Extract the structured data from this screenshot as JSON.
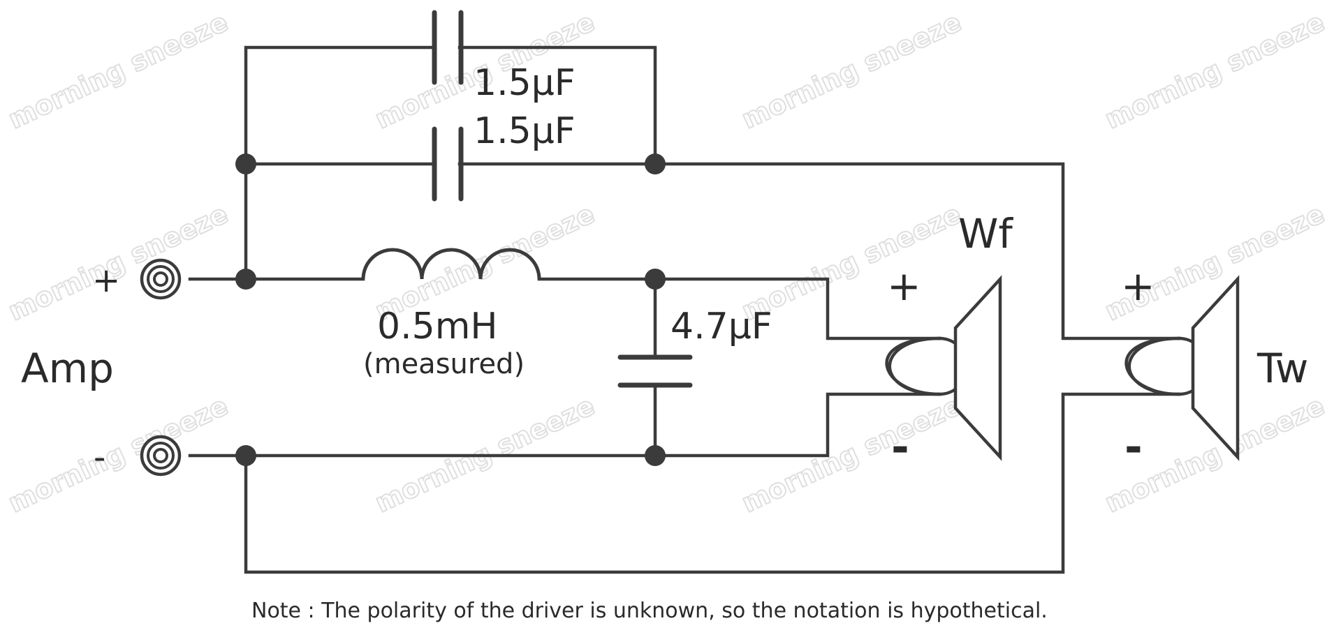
{
  "watermark": "morning sneeze",
  "colors": {
    "line": "#3b3b3b",
    "text": "#2a2a2a",
    "watermark_outline": "#dcdcdc"
  },
  "components": {
    "cap_top": "1.5μF",
    "cap_bottom": "1.5μF",
    "inductor_value": "0.5mH",
    "inductor_note": "(measured)",
    "shunt_cap": "4.7μF"
  },
  "amp": {
    "label": "Amp",
    "plus": "+",
    "minus": "-"
  },
  "woofer": {
    "label": "Wf",
    "plus": "+",
    "minus": "-"
  },
  "tweeter": {
    "label": "Tw",
    "plus": "+",
    "minus": "-"
  },
  "note": "Note : The polarity of the driver is unknown, so the notation is hypothetical."
}
